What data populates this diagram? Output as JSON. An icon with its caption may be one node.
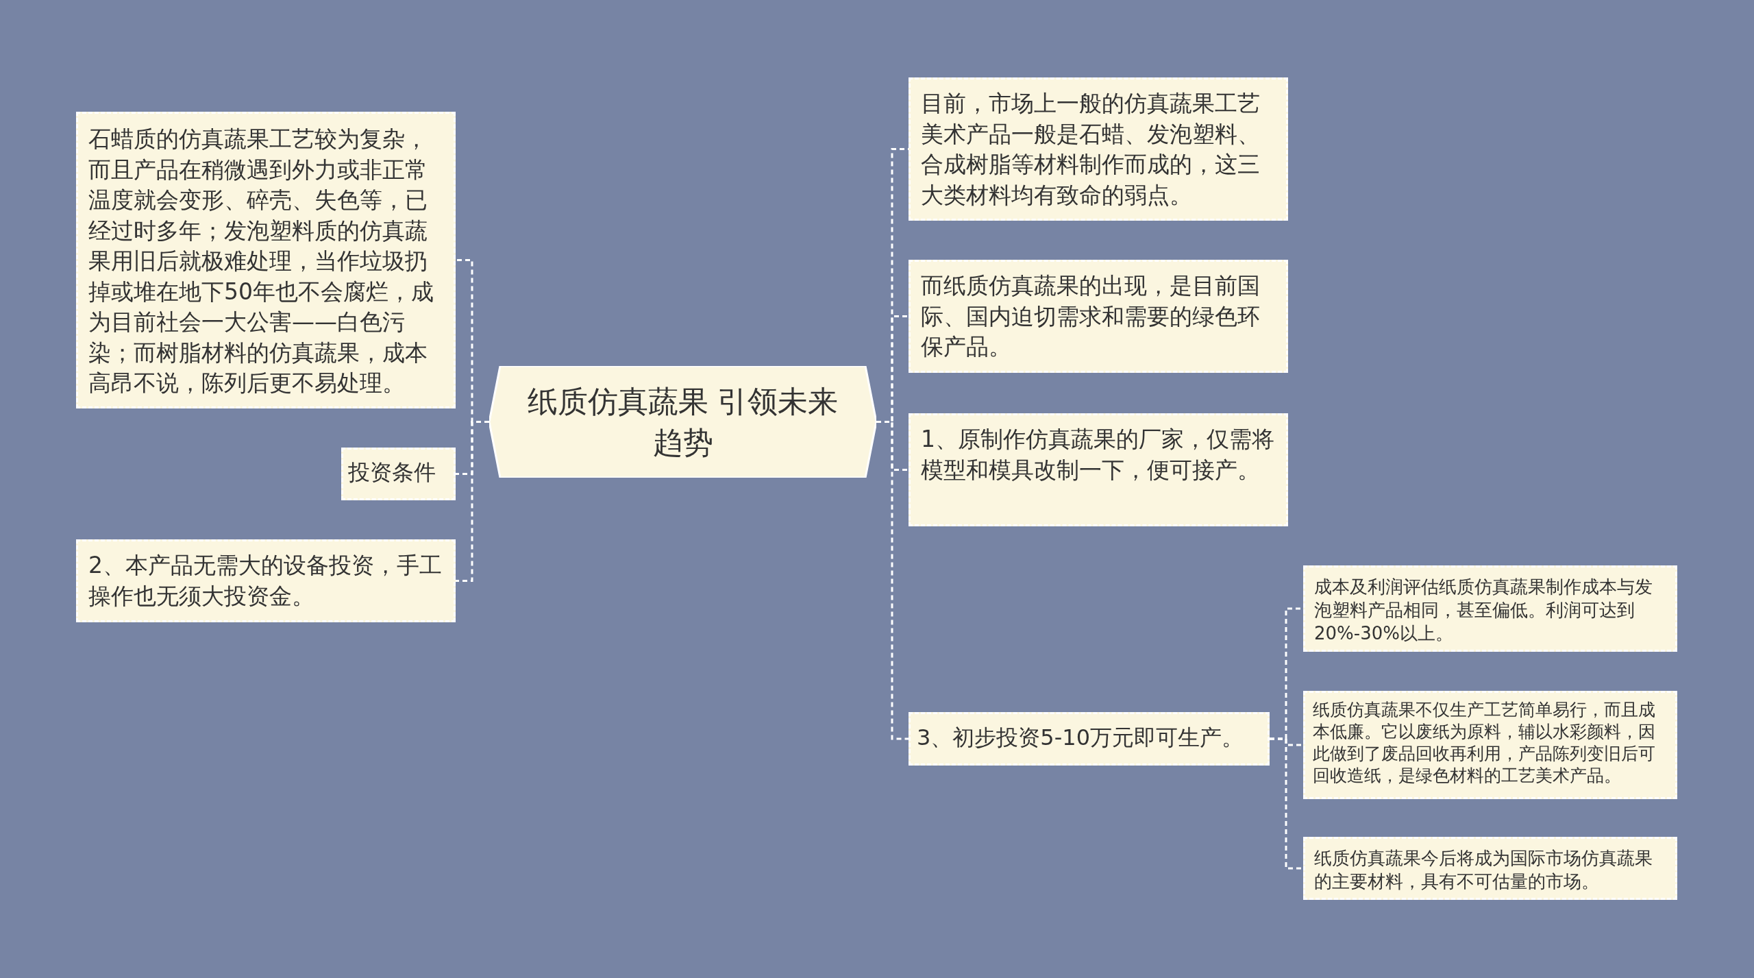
{
  "diagram": {
    "nodes": [
      {
        "text": [
          "纸质仿真蔬果 引领未来趋势"
        ]
      },
      {
        "text": [
          "石蜡质的仿真蔬果工艺较为复杂，而且产品在稍微遇到外力或非正常温度就会变形、碎壳、失色等，已经过时多年；发泡塑料质的仿真蔬果用旧后就极难处理，当作垃圾扔掉或堆在地下50年也不会腐烂，成为目前社会一大公害——白色污染；而树脂材料的仿真蔬果，成本高昂不说，陈列后更不易处理。"
        ]
      },
      {
        "text": [
          "投资条件"
        ]
      },
      {
        "text": [
          "2、本产品无需大的设备投资，手工操作也无须大投资金。"
        ]
      },
      {
        "text": [
          "目前，市场上一般的仿真蔬果工艺美术产品一般是石蜡、发泡塑料、合成树脂等材料制作而成的，这三大类材料均有致命的弱点。"
        ]
      },
      {
        "text": [
          "而纸质仿真蔬果的出现，是目前国际、国内迫切需求和需要的绿色环保产品。"
        ]
      },
      {
        "text": [
          "1、原制作仿真蔬果的厂家，仅需将模型和模具改制一下，便可接产。"
        ]
      },
      {
        "text": [
          "3、初步投资5-10万元即可生产。"
        ]
      },
      {
        "text": [
          "成本及利润评估纸质仿真蔬果制作成本与发泡塑料产品相同，甚至偏低。利润可达到20%-30%以上。"
        ]
      },
      {
        "text": [
          "纸质仿真蔬果不仅生产工艺简单易行，而且成本低廉。它以废纸为原料，辅以水彩颜料，因此做到了废品回收再利用，产品陈列变旧后可回收造纸，是绿色材料的工艺美术产品。"
        ]
      },
      {
        "text": [
          "纸质仿真蔬果今后将成为国际市场仿真蔬果的主要材料，具有不可估量的市场。"
        ]
      }
    ],
    "edges": [
      {
        "from": 0,
        "to": 1,
        "arrow": "none"
      },
      {
        "from": 0,
        "to": 2,
        "arrow": "none"
      },
      {
        "from": 0,
        "to": 3,
        "arrow": "none"
      },
      {
        "from": 0,
        "to": 4,
        "arrow": "none"
      },
      {
        "from": 0,
        "to": 5,
        "arrow": "none"
      },
      {
        "from": 0,
        "to": 6,
        "arrow": "none"
      },
      {
        "from": 0,
        "to": 7,
        "arrow": "none"
      },
      {
        "from": 7,
        "to": 8,
        "arrow": "none"
      },
      {
        "from": 7,
        "to": 9,
        "arrow": "none"
      },
      {
        "from": 7,
        "to": 10,
        "arrow": "none"
      }
    ]
  }
}
